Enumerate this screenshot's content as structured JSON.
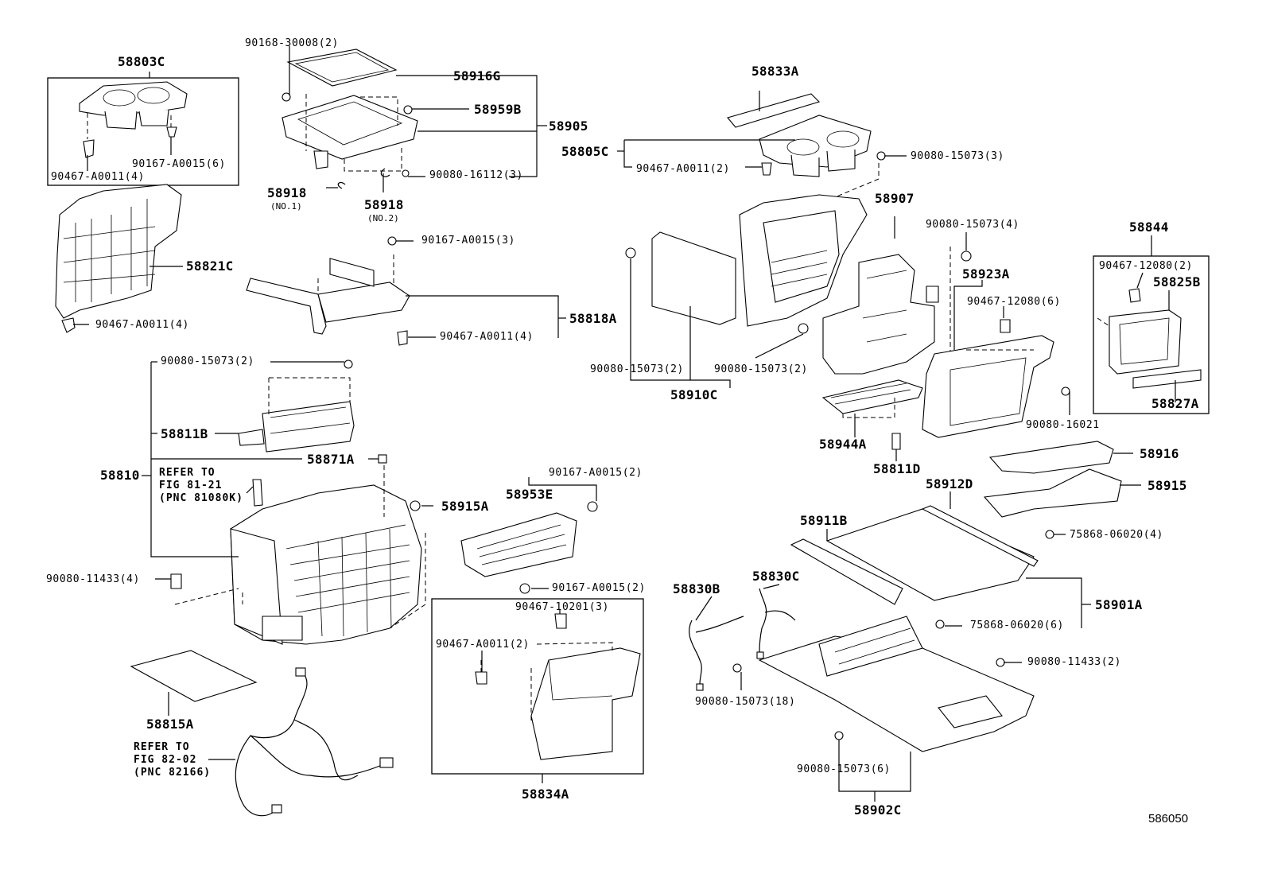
{
  "labels": {
    "p58803C": "58803C",
    "p90467_A0011_4_a": "90467-A0011(4)",
    "p90167_A0015_6": "90167-A0015(6)",
    "p58821C": "58821C",
    "p90467_A0011_4_b": "90467-A0011(4)",
    "p90168_30008_2": "90168-30008(2)",
    "p58916G": "58916G",
    "p58959B": "58959B",
    "p58905": "58905",
    "p90080_16112_3": "90080-16112(3)",
    "p58918_no1": "58918",
    "p58918_no1_sub": "(NO.1)",
    "p58918_no2": "58918",
    "p58918_no2_sub": "(NO.2)",
    "p90167_A0015_3": "90167-A0015(3)",
    "p58818A": "58818A",
    "p90467_A0011_4_c": "90467-A0011(4)",
    "p58833A": "58833A",
    "p58805C": "58805C",
    "p90467_A0011_2_a": "90467-A0011(2)",
    "p90080_15073_3": "90080-15073(3)",
    "p58907": "58907",
    "p90080_15073_4": "90080-15073(4)",
    "p58923A": "58923A",
    "p90467_12080_6": "90467-12080(6)",
    "p58844": "58844",
    "p90467_12080_2": "90467-12080(2)",
    "p58825B": "58825B",
    "p58827A": "58827A",
    "p90080_16021": "90080-16021",
    "p90080_15073_2_a": "90080-15073(2)",
    "p90080_15073_2_b": "90080-15073(2)",
    "p58910C": "58910C",
    "p58944A": "58944A",
    "p58811D": "58811D",
    "p58916": "58916",
    "p58915": "58915",
    "p58912D": "58912D",
    "p75868_06020_4": "75868-06020(4)",
    "p58911B": "58911B",
    "p58901A": "58901A",
    "p75868_06020_6": "75868-06020(6)",
    "p58830B": "58830B",
    "p58830C": "58830C",
    "p90080_11433_2": "90080-11433(2)",
    "p90080_15073_18": "90080-15073(18)",
    "p90080_15073_6": "90080-15073(6)",
    "p58902C": "58902C",
    "p90080_15073_2_c": "90080-15073(2)",
    "p58811B": "58811B",
    "p58810": "58810",
    "p58871A": "58871A",
    "ref1_l1": "REFER TO",
    "ref1_l2": "FIG 81-21",
    "ref1_l3": "(PNC 81080K)",
    "p58915A": "58915A",
    "p90167_A0015_2_a": "90167-A0015(2)",
    "p58953E": "58953E",
    "p90167_A0015_2_b": "90167-A0015(2)",
    "p90080_11433_4": "90080-11433(4)",
    "p90467_10201_3": "90467-10201(3)",
    "p90467_A0011_2_b": "90467-A0011(2)",
    "p58834A": "58834A",
    "p58815A": "58815A",
    "ref2_l1": "REFER TO",
    "ref2_l2": "FIG 82-02",
    "ref2_l3": "(PNC 82166)",
    "illustration_code": "586050"
  }
}
